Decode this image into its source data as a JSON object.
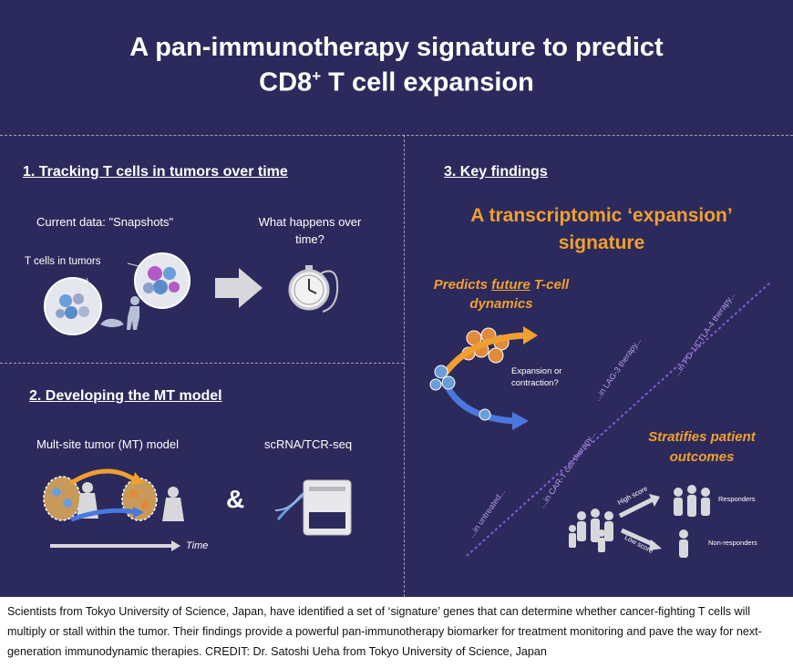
{
  "title": {
    "line1": "A pan-immunotherapy signature to predict",
    "line2_prefix": "CD8",
    "line2_sup": "+",
    "line2_suffix": " T cell expansion"
  },
  "panel1": {
    "heading": "1. Tracking T cells in tumors over time",
    "current_data": "Current data: \"Snapshots\"",
    "what_happens_line1": "What happens over",
    "what_happens_line2": "time?",
    "t_cells_label": "T cells in tumors"
  },
  "panel2": {
    "heading": "2. Developing the MT model",
    "mt_model": "Mult-site tumor (MT) model",
    "seq": "scRNA/TCR-seq",
    "ampersand": "&",
    "time_label": "Time"
  },
  "panel3": {
    "heading": "3. Key findings",
    "signature_line1": "A transcriptomic ‘expansion’",
    "signature_line2": "signature",
    "predicts_prefix": "Predicts ",
    "predicts_em": "future",
    "predicts_suffix": " T-cell",
    "dynamics": "dynamics",
    "expansion_line1": "Expansion or",
    "expansion_line2": "contraction?",
    "stratifies_line1": "Stratifies patient",
    "stratifies_line2": "outcomes",
    "high_score": "High score",
    "low_score": "Low score",
    "responders": "Responders",
    "non_responders": "Non-responders",
    "therapies": [
      "...in untreated...",
      "...in CAR-T cell therapy...",
      "...in LAG-3 therapy...",
      "...in PD-1/CTLA-4 therapy..."
    ]
  },
  "caption": "Scientists from Tokyo University of Science, Japan, have identified a set of ‘signature’ genes that can determine whether cancer-fighting T cells will multiply or stall within the tumor. Their findings provide a powerful pan-immunotherapy biomarker for treatment monitoring and pave the way for next-generation immunodynamic therapies. CREDIT: Dr. Satoshi Ueha from Tokyo University of Science, Japan",
  "colors": {
    "background": "#2c2a5c",
    "accent_orange": "#f0a030",
    "accent_blue": "#4a78e0",
    "dash_purple": "#8a5ad8"
  }
}
